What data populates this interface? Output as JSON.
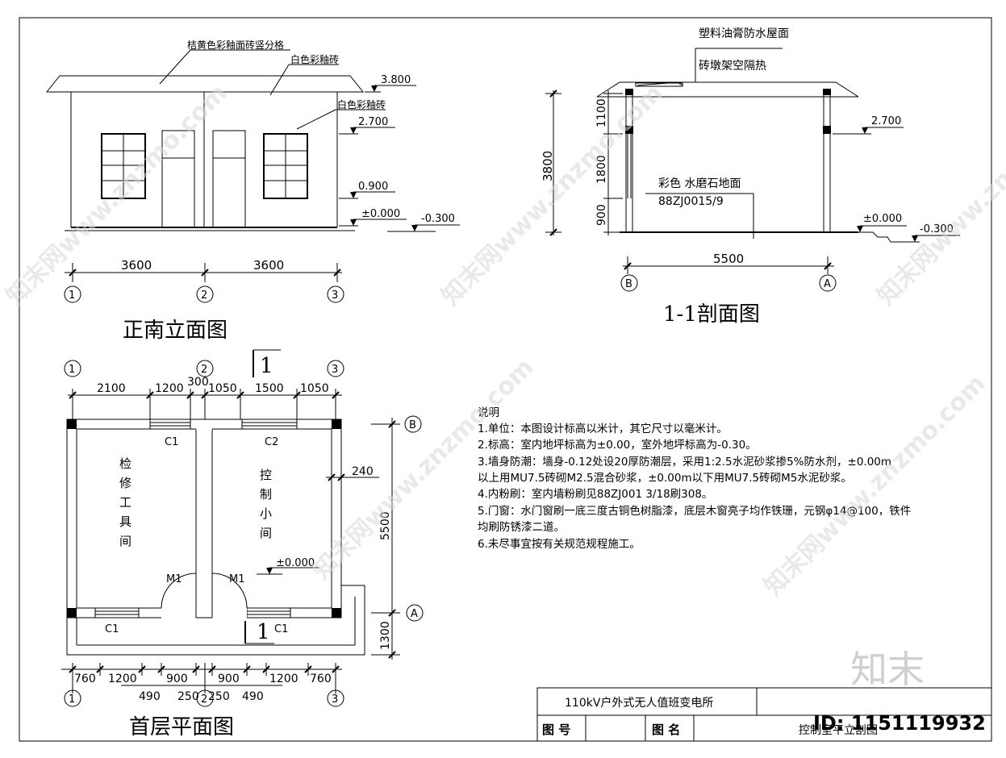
{
  "elevation": {
    "title": "正南立面图",
    "annot_tile": "桔黄色彩釉面砖竖分格",
    "annot_white1": "白色彩釉砖",
    "annot_white2": "白色彩釉砖",
    "lv_380": "3.800",
    "lv_270": "2.700",
    "lv_090": "0.900",
    "lv_000": "±0.000",
    "lv_m030": "-0.300",
    "dims": [
      "3600",
      "3600"
    ],
    "axes": [
      "1",
      "2",
      "3"
    ]
  },
  "section": {
    "title": "1-1剖面图",
    "annot_roof": "塑料油膏防水屋面",
    "annot_insul": "砖墩架空隔热",
    "floor_line1": "彩色 水磨石地面",
    "floor_line2": "88ZJ0015/9",
    "dim_total": "3800",
    "dim_1100": "1100",
    "dim_1800": "1800",
    "dim_900": "900",
    "lv_270": "2.700",
    "lv_000": "±0.000",
    "lv_m030": "-0.300",
    "dim_width": "5500",
    "axes": [
      "B",
      "A"
    ]
  },
  "plan": {
    "title": "首层平面图",
    "cut_label": "1",
    "room1": [
      "检",
      "修",
      "工",
      "具",
      "间"
    ],
    "room2": [
      "控",
      "制",
      "小",
      "间"
    ],
    "lv_000": "±0.000",
    "win_c1": "C1",
    "win_c2": "C2",
    "door_m1": "M1",
    "dim_top": [
      "2100",
      "1200",
      "300",
      "1050",
      "1500",
      "1050"
    ],
    "dim_bot_top": [
      "760",
      "1200",
      "900",
      "900",
      "1200",
      "760"
    ],
    "dim_bot_low": [
      "490",
      "250",
      "250",
      "490"
    ],
    "dim_right": [
      "5500",
      "1300"
    ],
    "dim_wall": "240",
    "axes_h": [
      "1",
      "2",
      "3"
    ],
    "axes_v": [
      "B",
      "A"
    ]
  },
  "notes": {
    "heading": "说明",
    "lines": [
      "1.单位：本图设计标高以米计，其它尺寸以毫米计。",
      "2.标高：室内地坪标高为±0.00，室外地坪标高为-0.30。",
      "3.墙身防潮：墙身-0.12处设20厚防潮层，采用1:2.5水泥砂浆掺5%防水剂，±0.00m",
      "以上用MU7.5砖砌M2.5混合砂浆，±0.00m以下用MU7.5砖砌M5水泥砂浆。",
      "4.内粉刷：室内墙粉刷见88ZJ001 3/18刷308。",
      "5.门窗：水门窗刷一底三度古铜色树脂漆，底层木窗亮子均作铁珊，元钢φ14@100，铁件",
      "均刷防锈漆二道。",
      "6.未尽事宜按有关规范规程施工。"
    ]
  },
  "titleblock": {
    "project": "110kV户外式无人值班变电所",
    "drawing_no_label": "图 号",
    "drawing_name_label": "图 名",
    "drawing_name": "控制室平立剖图"
  },
  "watermark": {
    "logo": "知末",
    "id": "ID: 1151119932",
    "diag": "知末网www.znzmo.com"
  }
}
